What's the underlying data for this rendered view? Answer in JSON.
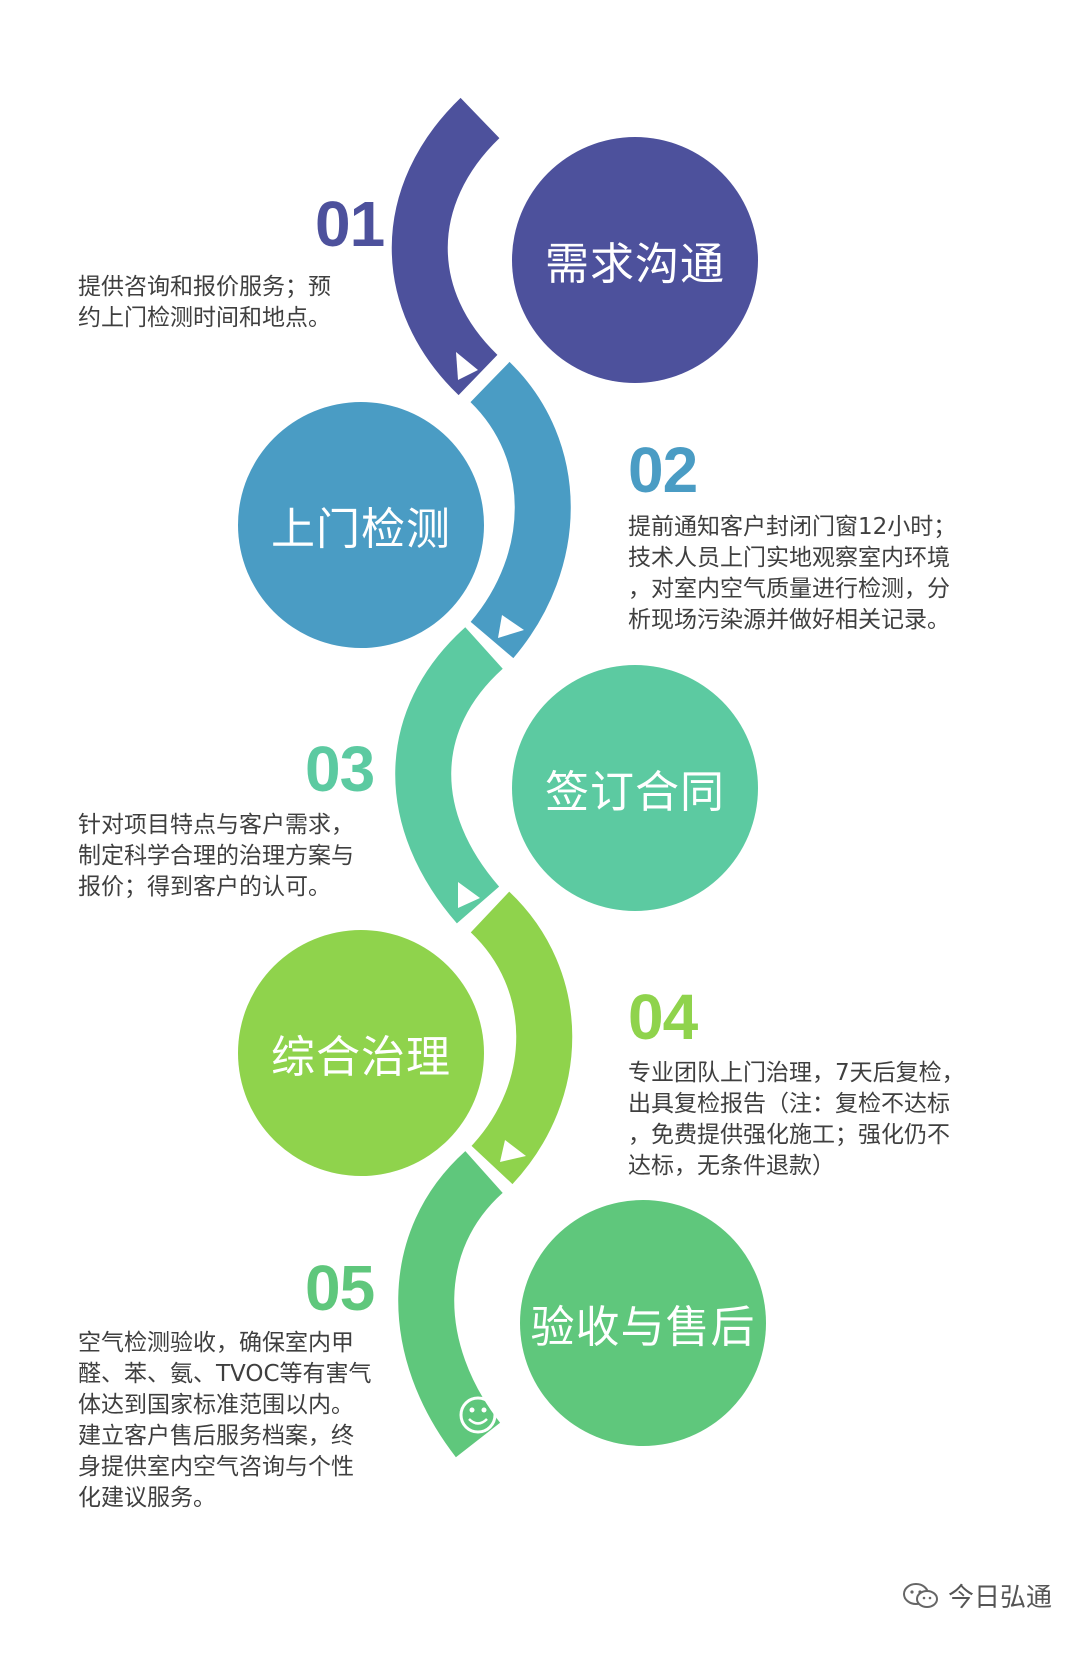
{
  "colors": {
    "step1": "#4d519c",
    "step2": "#4a9cc4",
    "step3": "#5ccaa1",
    "step4": "#8fd34c",
    "step5": "#5fc77c",
    "text": "#3f3f3f"
  },
  "steps": [
    {
      "number": "01",
      "title": "需求沟通",
      "description": "提供咨询和报价服务；预\n约上门检测时间和地点。"
    },
    {
      "number": "02",
      "title": "上门检测",
      "description": "提前通知客户封闭门窗12小时；\n技术人员上门实地观察室内环境\n，对室内空气质量进行检测，分\n析现场污染源并做好相关记录。"
    },
    {
      "number": "03",
      "title": "签订合同",
      "description": "针对项目特点与客户需求，\n制定科学合理的治理方案与\n报价；得到客户的认可。"
    },
    {
      "number": "04",
      "title": "综合治理",
      "description": "专业团队上门治理，7天后复检，\n出具复检报告（注：复检不达标\n，免费提供强化施工；强化仍不\n达标，无条件退款）"
    },
    {
      "number": "05",
      "title": "验收与售后",
      "description": "空气检测验收，确保室内甲\n醛、苯、氨、TVOC等有害气\n体达到国家标准范围以内。\n建立客户售后服务档案，终\n身提供室内空气咨询与个性\n化建议服务。"
    }
  ],
  "watermark": {
    "icon": "wechat-icon",
    "text": "今日弘通"
  },
  "end_icon": "smiley-icon"
}
